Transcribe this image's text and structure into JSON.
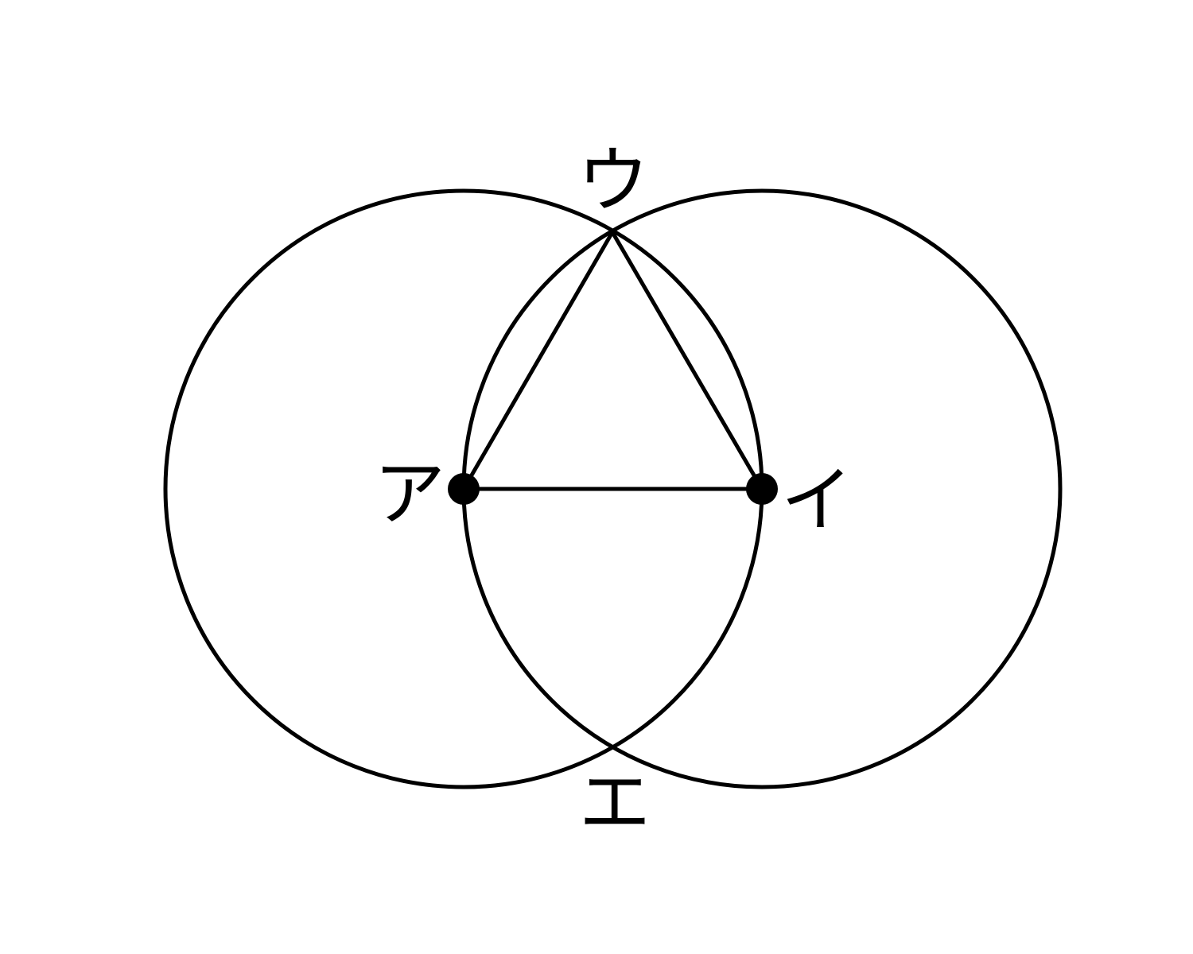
{
  "labels": {
    "a": "ア",
    "i": "イ",
    "u": "ウ",
    "e": "エ"
  },
  "colors": {
    "line": "#000000",
    "background": "#ffffff"
  }
}
